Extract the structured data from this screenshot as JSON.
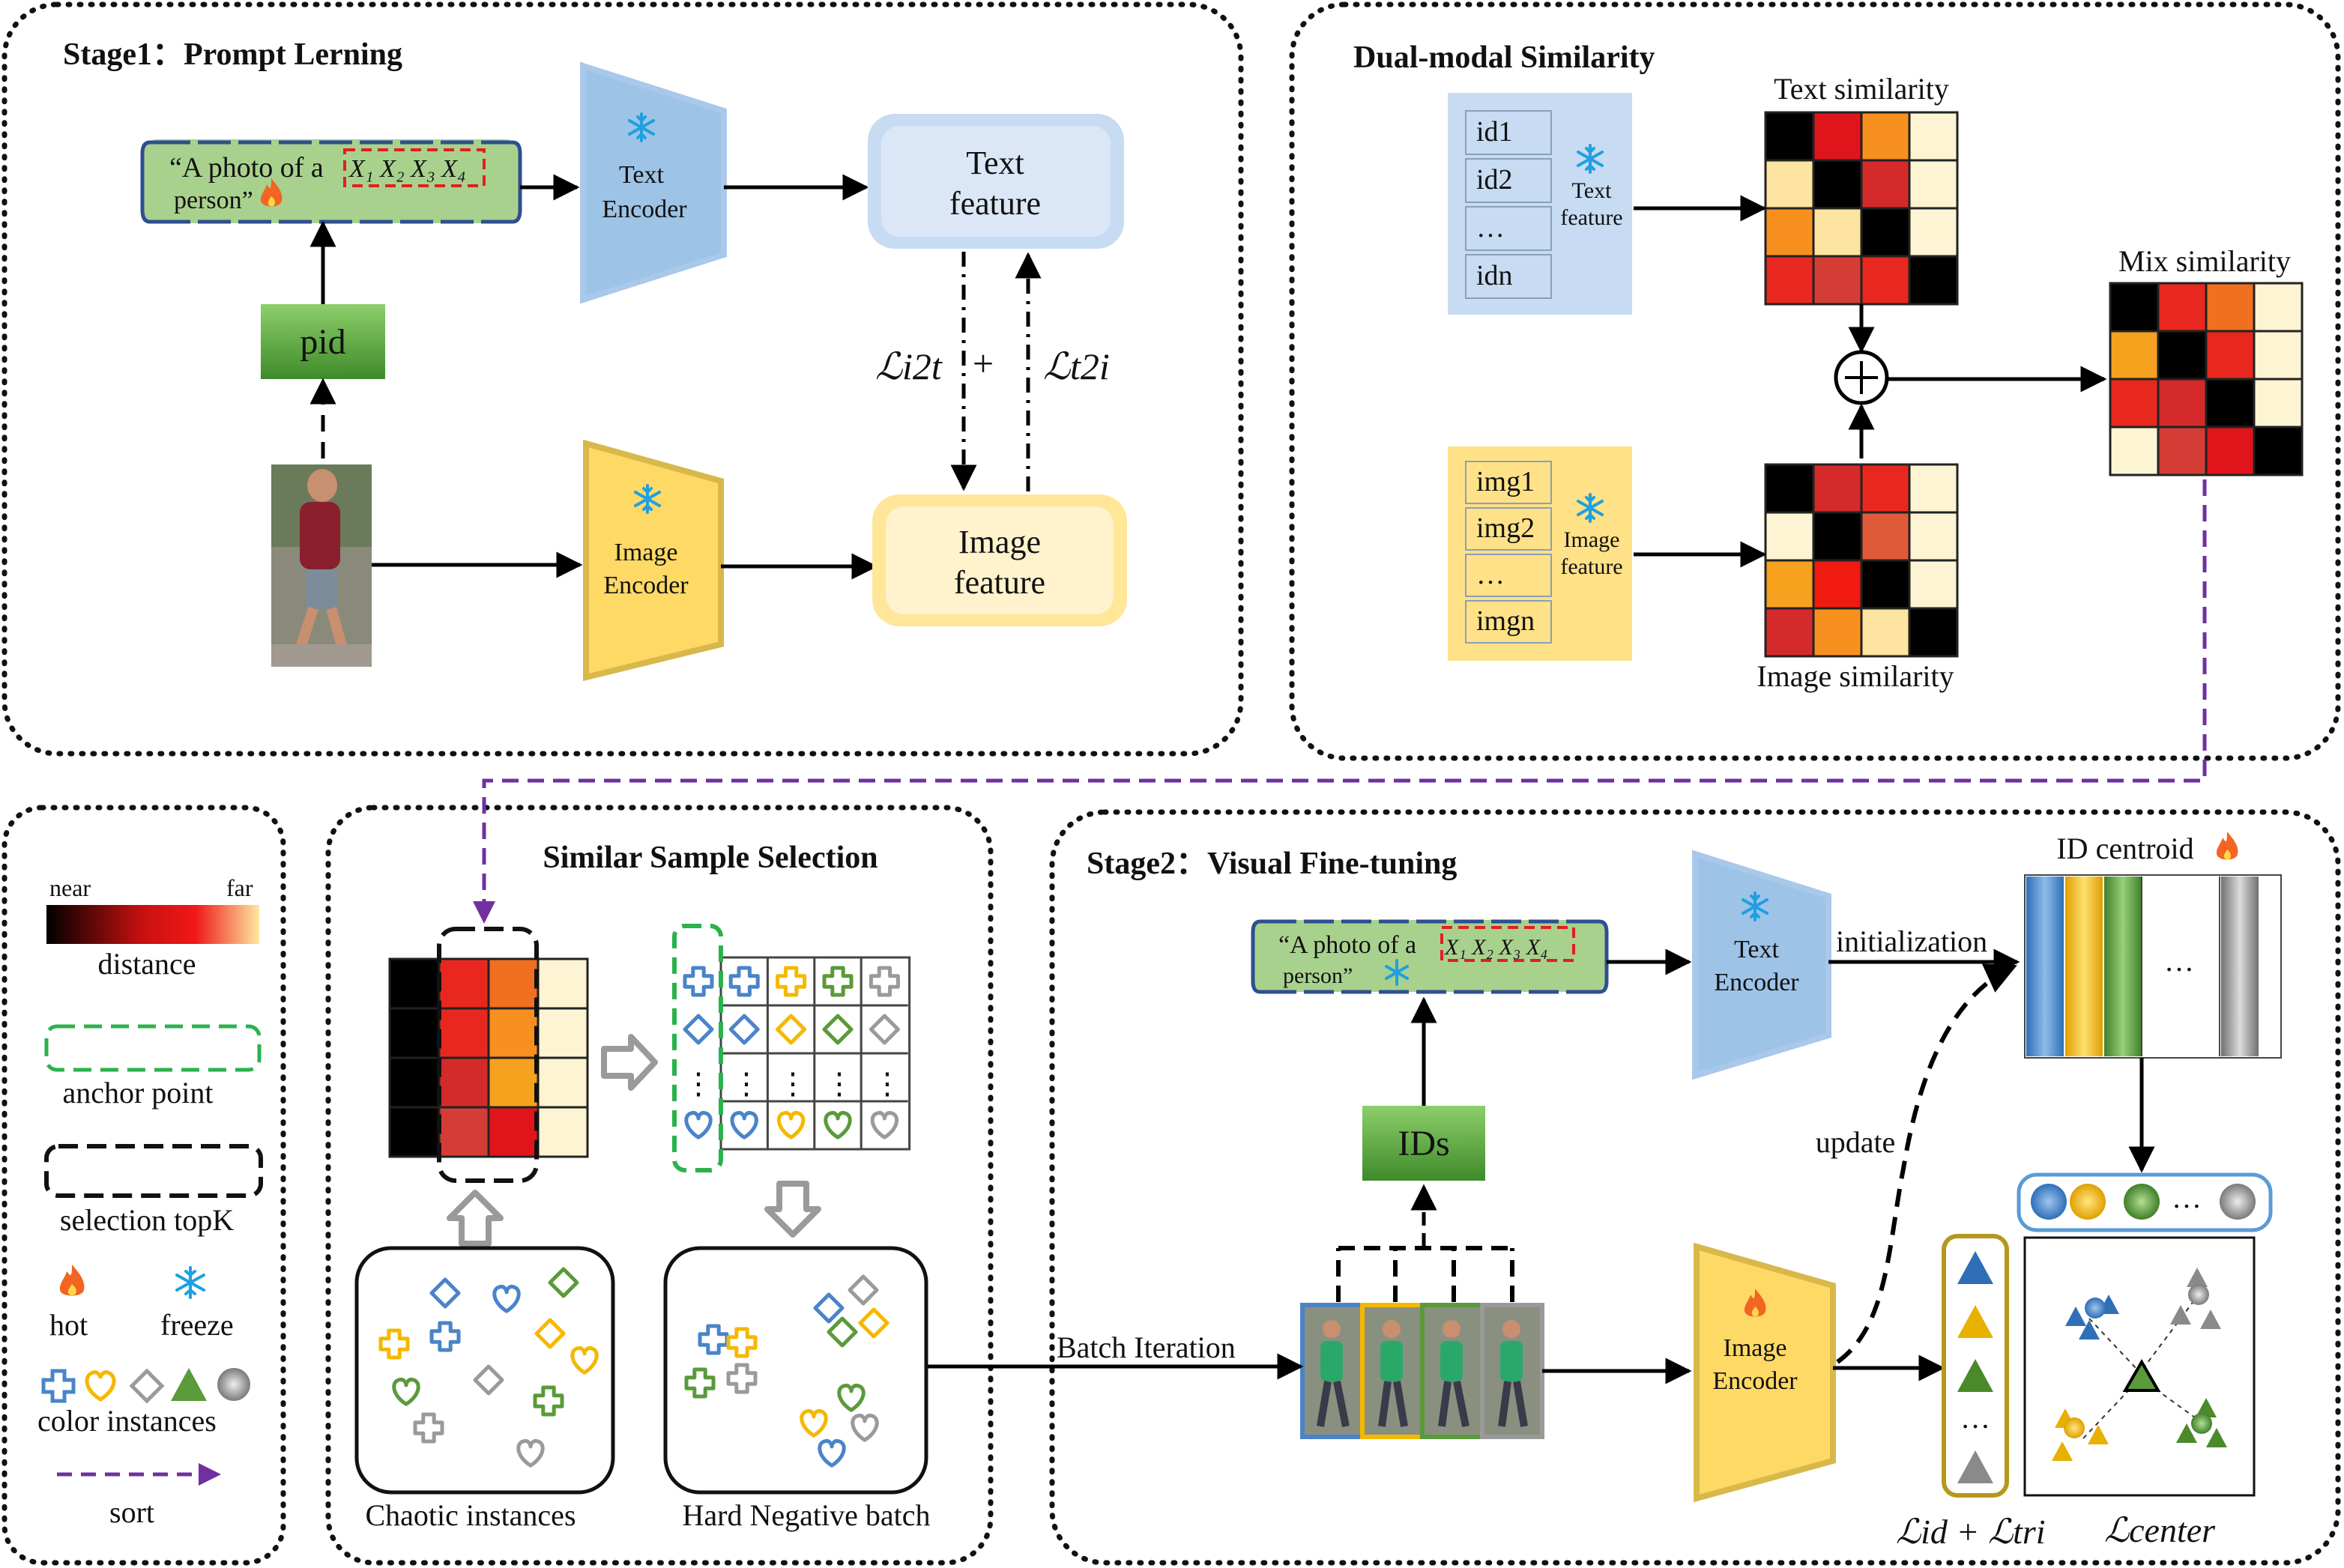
{
  "stage1": {
    "title": "Stage1：Prompt Lerning",
    "prompt_text_1": "“A photo of a",
    "prompt_text_2": "person”",
    "prompt_tokens": "X₁ X₂ X₃ X₄",
    "text_encoder_line1": "Text",
    "text_encoder_line2": "Encoder",
    "image_encoder_line1": "Image",
    "image_encoder_line2": "Encoder",
    "text_feature_line1": "Text",
    "text_feature_line2": "feature",
    "image_feature_line1": "Image",
    "image_feature_line2": "feature",
    "pid_label": "pid",
    "loss_i2t": "ℒi2t",
    "loss_plus": "+",
    "loss_t2i": "ℒt2i"
  },
  "dual_modal": {
    "title": "Dual-modal Similarity",
    "id_list": [
      "id1",
      "id2",
      "…",
      "idn"
    ],
    "img_list": [
      "img1",
      "img2",
      "…",
      "imgn"
    ],
    "text_feature_line1": "Text",
    "text_feature_line2": "feature",
    "image_feature_line1": "Image",
    "image_feature_line2": "feature",
    "text_similarity": "Text similarity",
    "image_similarity": "Image similarity",
    "mix_similarity": "Mix similarity",
    "text_matrix": [
      [
        "#000000",
        "#e0151b",
        "#f7901e",
        "#fcf4d2"
      ],
      [
        "#fde4a0",
        "#000000",
        "#d42a2a",
        "#fcf4d2"
      ],
      [
        "#f7901e",
        "#fde4a0",
        "#000000",
        "#fcf4d2"
      ],
      [
        "#e8281f",
        "#d43d35",
        "#e8281f",
        "#000000"
      ]
    ],
    "image_matrix": [
      [
        "#000000",
        "#d42a2a",
        "#e8281f",
        "#fcf4d2"
      ],
      [
        "#fcf4d2",
        "#000000",
        "#e05a3a",
        "#fcf4d2"
      ],
      [
        "#f7a21e",
        "#f01a10",
        "#000000",
        "#fcf4d2"
      ],
      [
        "#d42a2a",
        "#f7901e",
        "#fde4a0",
        "#000000"
      ]
    ],
    "mix_matrix": [
      [
        "#000000",
        "#e8281f",
        "#f07020",
        "#fcf4d2"
      ],
      [
        "#f7a21e",
        "#000000",
        "#e8281f",
        "#fcf4d2"
      ],
      [
        "#e8281f",
        "#d42a2a",
        "#000000",
        "#fcf4d2"
      ],
      [
        "#fcf4d2",
        "#d43d35",
        "#e0151b",
        "#000000"
      ]
    ]
  },
  "legend": {
    "near": "near",
    "far": "far",
    "distance": "distance",
    "anchor_point": "anchor point",
    "selection_topk": "selection topK",
    "hot": "hot",
    "freeze": "freeze",
    "color_instances": "color instances",
    "sort": "sort"
  },
  "selection": {
    "title": "Similar Sample Selection",
    "chaotic": "Chaotic instances",
    "hard_negative": "Hard Negative batch",
    "dots": "⋮",
    "rank_matrix": [
      [
        "#000000",
        "#e8281f",
        "#f07020",
        "#fcf4d2"
      ],
      [
        "#000000",
        "#e8281f",
        "#f7901e",
        "#fcf4d2"
      ],
      [
        "#000000",
        "#d42a2a",
        "#f7a21e",
        "#fcf4d2"
      ],
      [
        "#000000",
        "#d43d35",
        "#e0151b",
        "#fcf4d2"
      ]
    ]
  },
  "stage2": {
    "title": "Stage2：Visual Fine-tuning",
    "prompt_text_1": "“A photo of a",
    "prompt_text_2": "person”",
    "prompt_tokens": "X₁ X₂ X₃ X₄",
    "text_encoder_line1": "Text",
    "text_encoder_line2": "Encoder",
    "image_encoder_line1": "Image",
    "image_encoder_line2": "Encoder",
    "ids_label": "IDs",
    "initialization": "initialization",
    "update": "update",
    "batch_iteration": "Batch Iteration",
    "id_centroid": "ID centroid",
    "ellipsis": "…",
    "loss_id_tri": "ℒid + ℒtri",
    "loss_center": "ℒcenter"
  },
  "colors": {
    "blue": "#4a84c8",
    "yellow": "#f5b800",
    "green": "#5a9a3a",
    "gray": "#9a9a9a",
    "purple": "#7030a0",
    "encoder_blue": "#9dc3e6",
    "encoder_yellow": "#ffd966",
    "pid_green": "#5a9e3a"
  }
}
